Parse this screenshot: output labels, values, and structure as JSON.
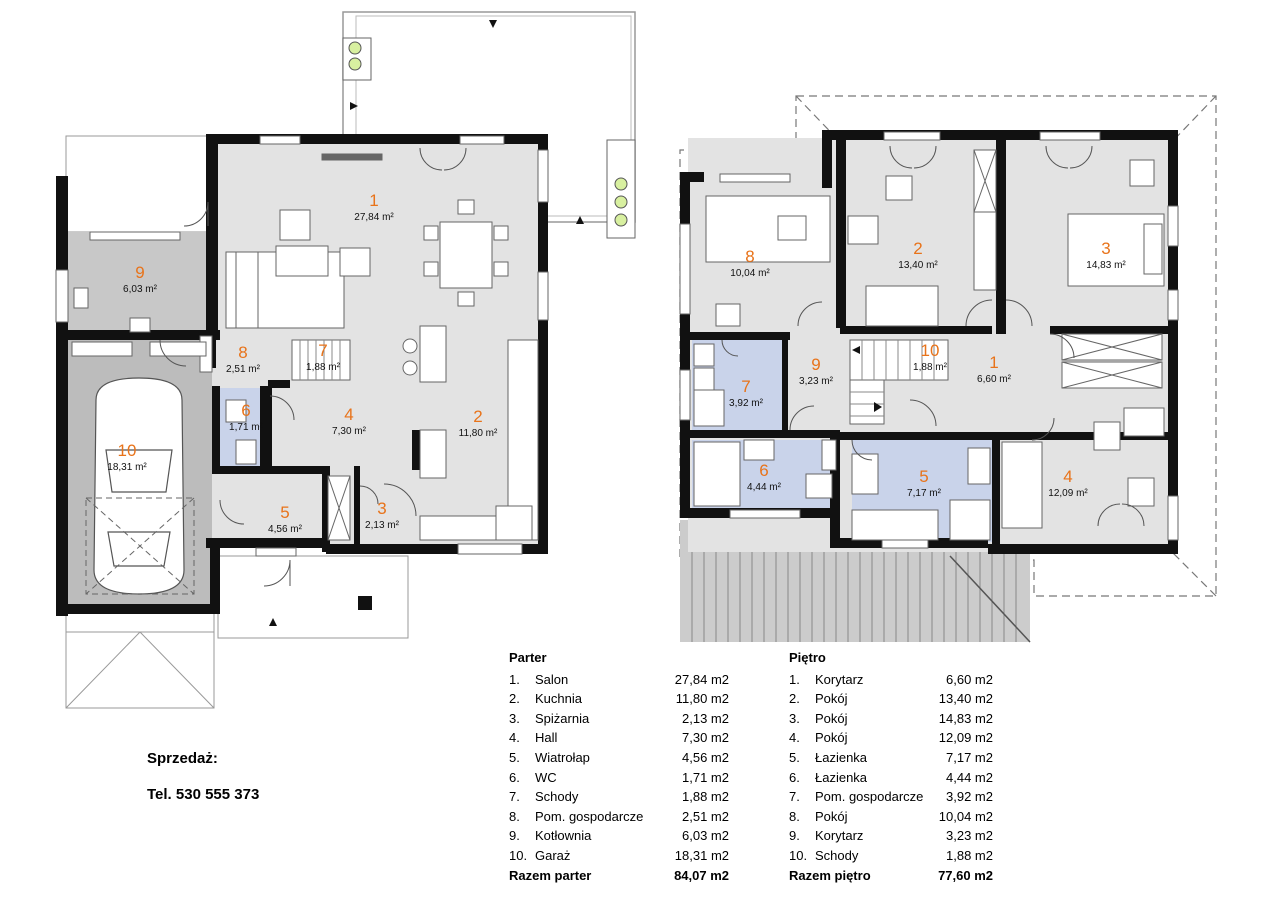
{
  "colors": {
    "floor": "#e3e3e3",
    "wet_room": "#c9d3ea",
    "wall": "#111111",
    "room_number": "#e8731a",
    "terrace": "#bfbfbf"
  },
  "ground_floor_rooms": [
    {
      "num": "1",
      "area": "27,84 m²"
    },
    {
      "num": "2",
      "area": "11,80 m²"
    },
    {
      "num": "3",
      "area": "2,13 m²"
    },
    {
      "num": "4",
      "area": "7,30 m²"
    },
    {
      "num": "5",
      "area": "4,56 m²"
    },
    {
      "num": "6",
      "area": "1,71 m²"
    },
    {
      "num": "7",
      "area": "1,88 m²"
    },
    {
      "num": "8",
      "area": "2,51 m²"
    },
    {
      "num": "9",
      "area": "6,03 m²"
    },
    {
      "num": "10",
      "area": "18,31 m²"
    }
  ],
  "upper_floor_rooms": [
    {
      "num": "1",
      "area": "6,60 m²"
    },
    {
      "num": "2",
      "area": "13,40 m²"
    },
    {
      "num": "3",
      "area": "14,83 m²"
    },
    {
      "num": "4",
      "area": "12,09 m²"
    },
    {
      "num": "5",
      "area": "7,17 m²"
    },
    {
      "num": "6",
      "area": "4,44 m²"
    },
    {
      "num": "7",
      "area": "3,92 m²"
    },
    {
      "num": "8",
      "area": "10,04 m²"
    },
    {
      "num": "9",
      "area": "3,23 m²"
    },
    {
      "num": "10",
      "area": "1,88 m²"
    }
  ],
  "legend_parter": {
    "title": "Parter",
    "items": [
      {
        "num": "1.",
        "name": "Salon",
        "area": "27,84 m2"
      },
      {
        "num": "2.",
        "name": "Kuchnia",
        "area": "11,80 m2"
      },
      {
        "num": "3.",
        "name": "Spiżarnia",
        "area": "2,13 m2"
      },
      {
        "num": "4.",
        "name": "Hall",
        "area": "7,30 m2"
      },
      {
        "num": "5.",
        "name": "Wiatrołap",
        "area": "4,56 m2"
      },
      {
        "num": "6.",
        "name": "WC",
        "area": "1,71 m2"
      },
      {
        "num": "7.",
        "name": "Schody",
        "area": "1,88 m2"
      },
      {
        "num": "8.",
        "name": "Pom. gospodarcze",
        "area": "2,51 m2"
      },
      {
        "num": "9.",
        "name": "Kotłownia",
        "area": "6,03 m2"
      },
      {
        "num": "10.",
        "name": "Garaż",
        "area": "18,31 m2"
      }
    ],
    "total_label": "Razem parter",
    "total_value": "84,07 m2"
  },
  "legend_pietro": {
    "title": "Piętro",
    "items": [
      {
        "num": "1.",
        "name": "Korytarz",
        "area": "6,60 m2"
      },
      {
        "num": "2.",
        "name": "Pokój",
        "area": "13,40 m2"
      },
      {
        "num": "3.",
        "name": "Pokój",
        "area": "14,83 m2"
      },
      {
        "num": "4.",
        "name": "Pokój",
        "area": "12,09 m2"
      },
      {
        "num": "5.",
        "name": "Łazienka",
        "area": "7,17 m2"
      },
      {
        "num": "6.",
        "name": "Łazienka",
        "area": "4,44 m2"
      },
      {
        "num": "7.",
        "name": "Pom. gospodarcze",
        "area": "3,92 m2"
      },
      {
        "num": "8.",
        "name": "Pokój",
        "area": "10,04 m2"
      },
      {
        "num": "9.",
        "name": "Korytarz",
        "area": "3,23 m2"
      },
      {
        "num": "10.",
        "name": "Schody",
        "area": "1,88 m2"
      }
    ],
    "total_label": "Razem piętro",
    "total_value": "77,60 m2"
  },
  "sales": {
    "label": "Sprzedaż:",
    "phone": "Tel. 530 555 373"
  }
}
